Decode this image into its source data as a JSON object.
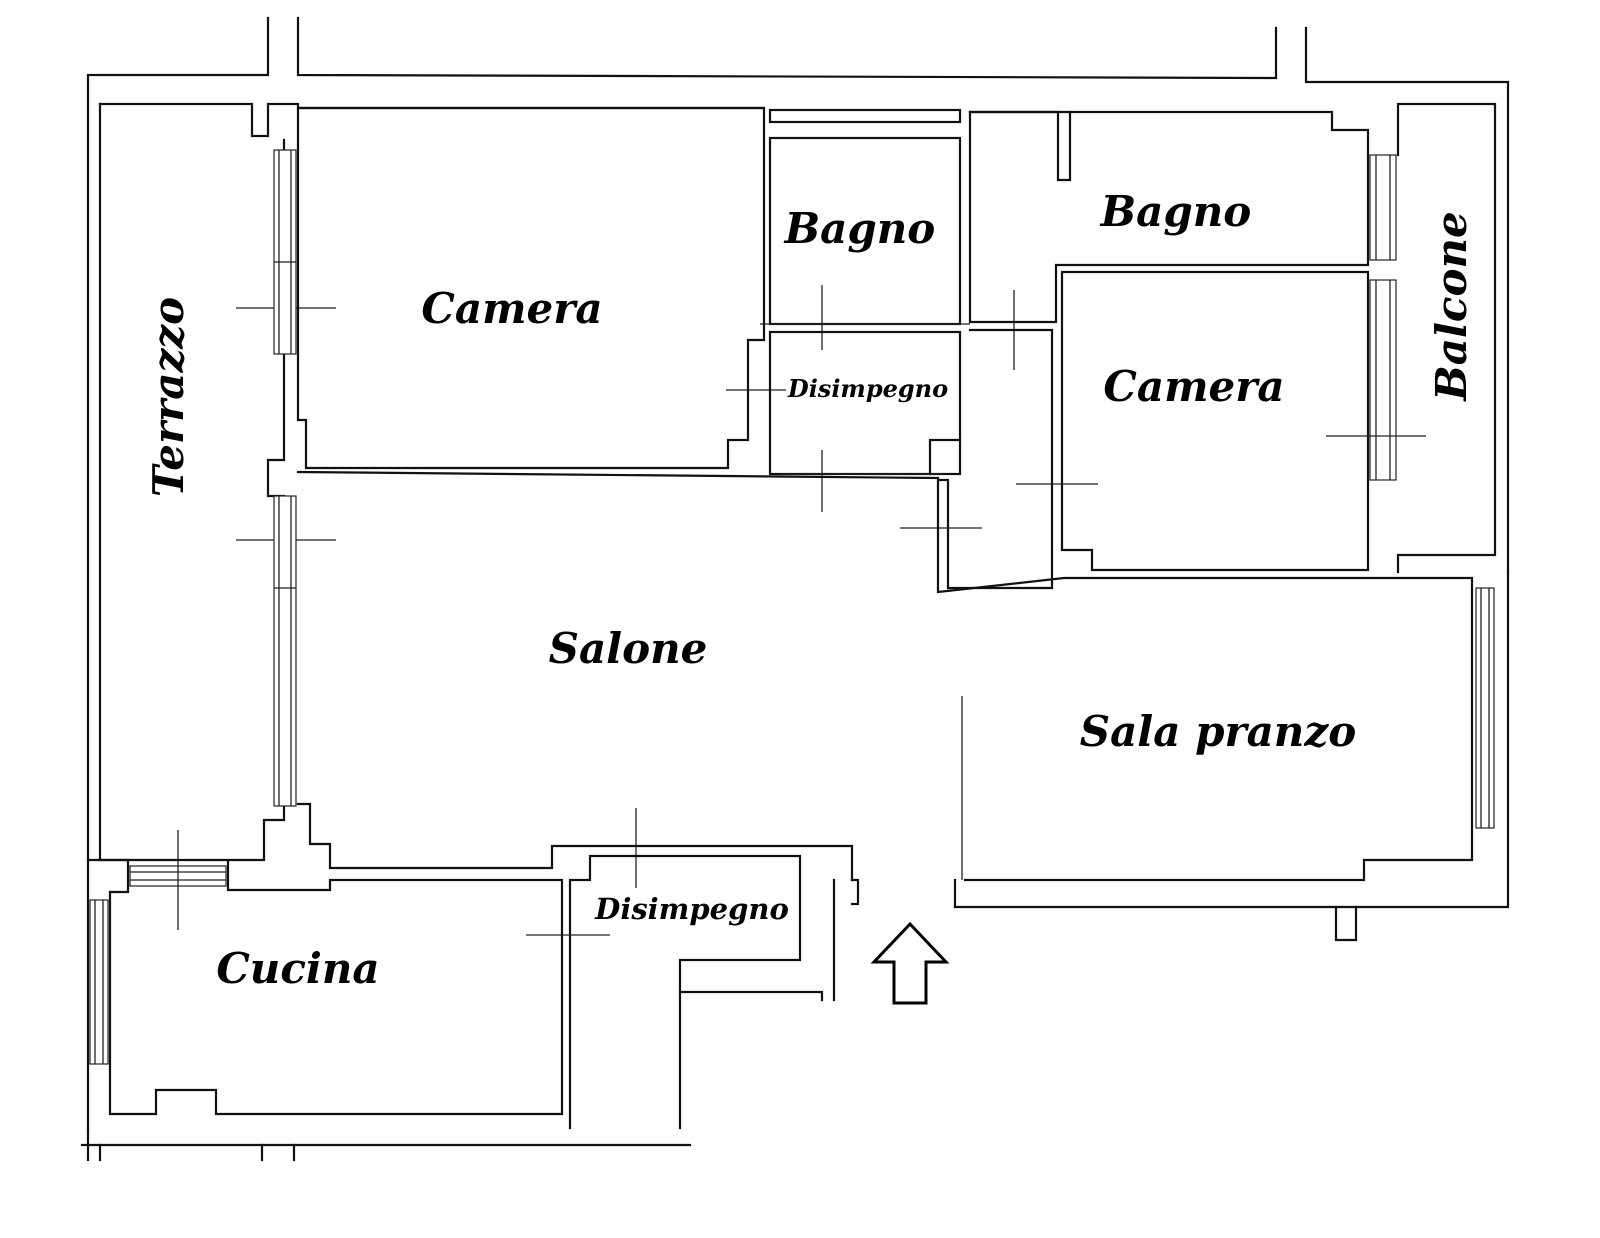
{
  "rooms": {
    "terrazzo": "Terrazzo",
    "camera_left": "Camera",
    "bagno_center": "Bagno",
    "bagno_right": "Bagno",
    "balcone": "Balcone",
    "disimpegno_top": "Disimpegno",
    "camera_right": "Camera",
    "salone": "Salone",
    "sala_pranzo": "Sala pranzo",
    "disimpegno_bottom": "Disimpegno",
    "cucina": "Cucina"
  },
  "entrance_arrow": "up-arrow-icon",
  "colors": {
    "ink": "#000000",
    "paper": "#ffffff"
  }
}
